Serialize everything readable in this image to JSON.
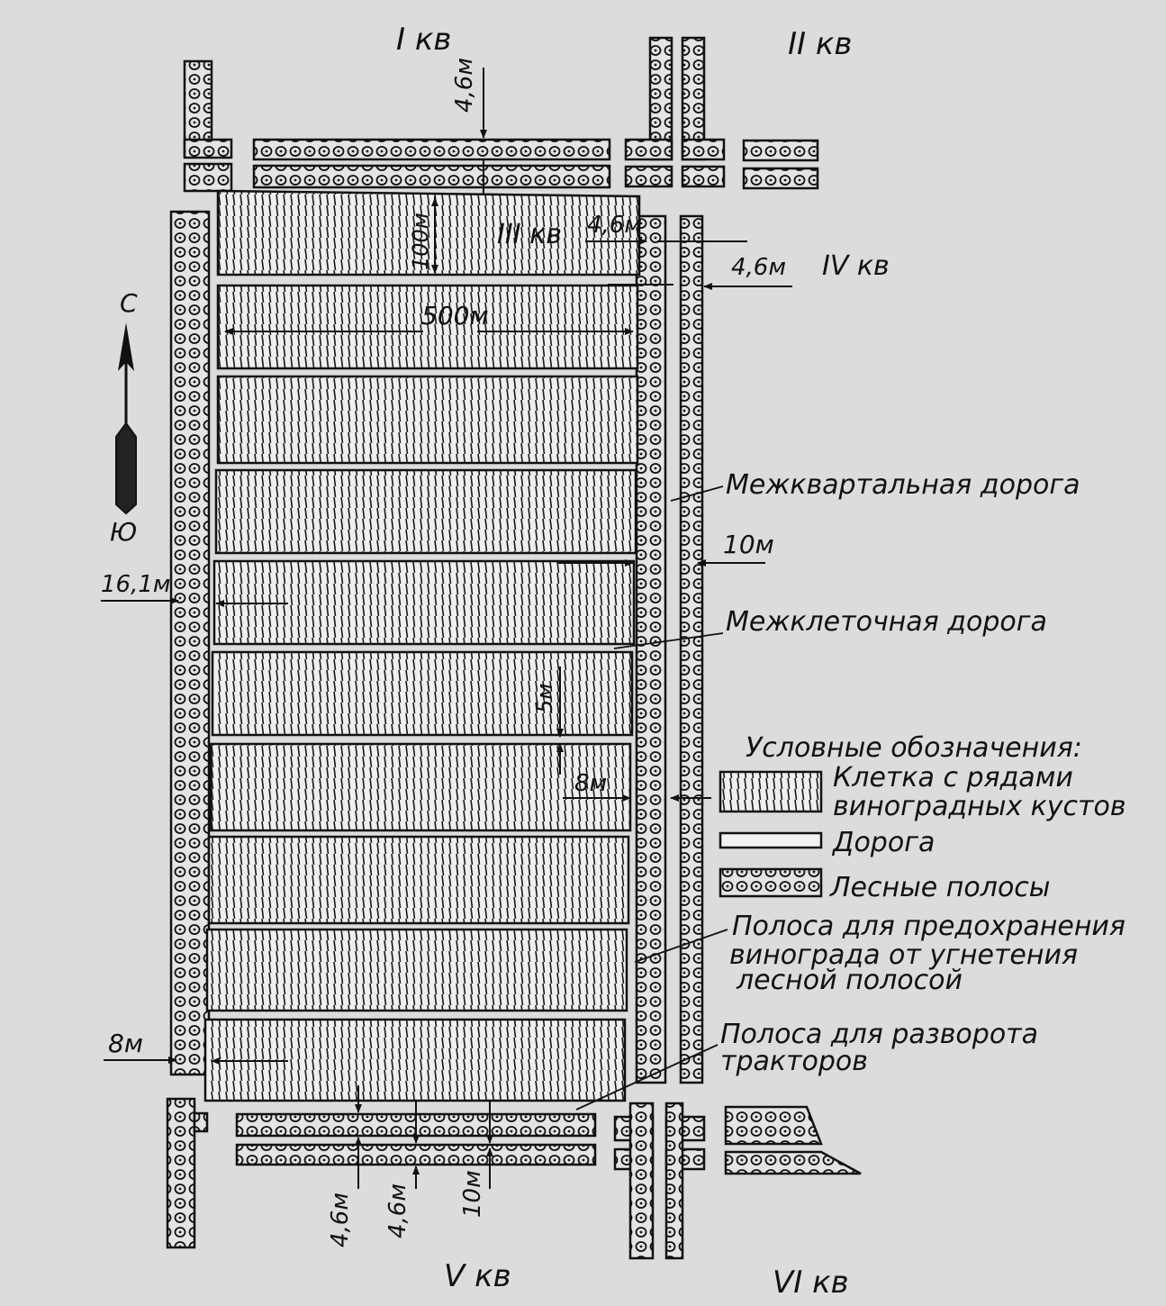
{
  "quarters": {
    "q1": "I кв",
    "q2": "II кв",
    "q3": "III кв",
    "q4": "IV кв",
    "q5": "V кв",
    "q6": "VI кв"
  },
  "compass": {
    "north": "С",
    "south": "Ю"
  },
  "dimensions": {
    "top_road": "4,6м",
    "cell_width": "100м",
    "inner_road": "4,6м",
    "outer_road": "4,6м",
    "cell_length": "500м",
    "west_strip": "16,1м",
    "east_road": "10м",
    "intercell_road": "5м",
    "protect_strip": "8м",
    "turn_strip": "8м",
    "bottom_1": "4,6м",
    "bottom_2": "4,6м",
    "bottom_3": "10м"
  },
  "callouts": {
    "interquarter_road": "Межквартальная дорога",
    "intercell_road": "Межклеточная дорога",
    "protect_line1": "Полоса для предохранения",
    "protect_line2": "винограда от угнетения",
    "protect_line3": "лесной полосой",
    "turn_line1": "Полоса для разворота",
    "turn_line2": "тракторов"
  },
  "legend": {
    "title": "Условные обозначения:",
    "cell_line1": "Клетка с рядами",
    "cell_line2": "виноградных кустов",
    "road": "Дорога",
    "forest": "Лесные полосы"
  }
}
